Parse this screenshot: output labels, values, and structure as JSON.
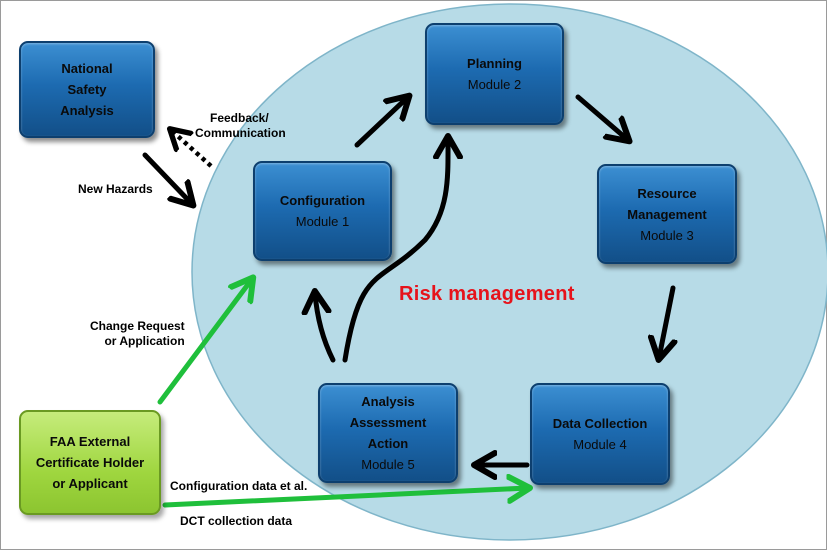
{
  "central_label": "Risk management",
  "boxes": {
    "national": {
      "lines": [
        "National",
        "Safety",
        "Analysis"
      ]
    },
    "planning": {
      "title": "Planning",
      "module": "Module 2"
    },
    "configuration": {
      "title": "Configuration",
      "module": "Module 1"
    },
    "resource": {
      "title_lines": [
        "Resource",
        "Management"
      ],
      "module": "Module 3"
    },
    "data_collection": {
      "title": "Data Collection",
      "module": "Module 4"
    },
    "analysis": {
      "title_lines": [
        "Analysis",
        "Assessment",
        "Action"
      ],
      "module": "Module 5"
    },
    "faa": {
      "lines": [
        "FAA External",
        "Certificate Holder",
        "or Applicant"
      ]
    }
  },
  "edge_labels": {
    "feedback": [
      "Feedback/",
      "Communication"
    ],
    "new_hazards": "New Hazards",
    "change_request": [
      "Change Request",
      "or Application"
    ],
    "configuration_data": "Configuration data et al.",
    "dct_data": "DCT collection data"
  },
  "colors": {
    "ellipse_fill": "#b7dbe7",
    "box_blue": "#1d6bb1",
    "box_green": "#9fd63f",
    "arrow_green": "#1fbf3b",
    "risk_text": "#e6131b"
  }
}
